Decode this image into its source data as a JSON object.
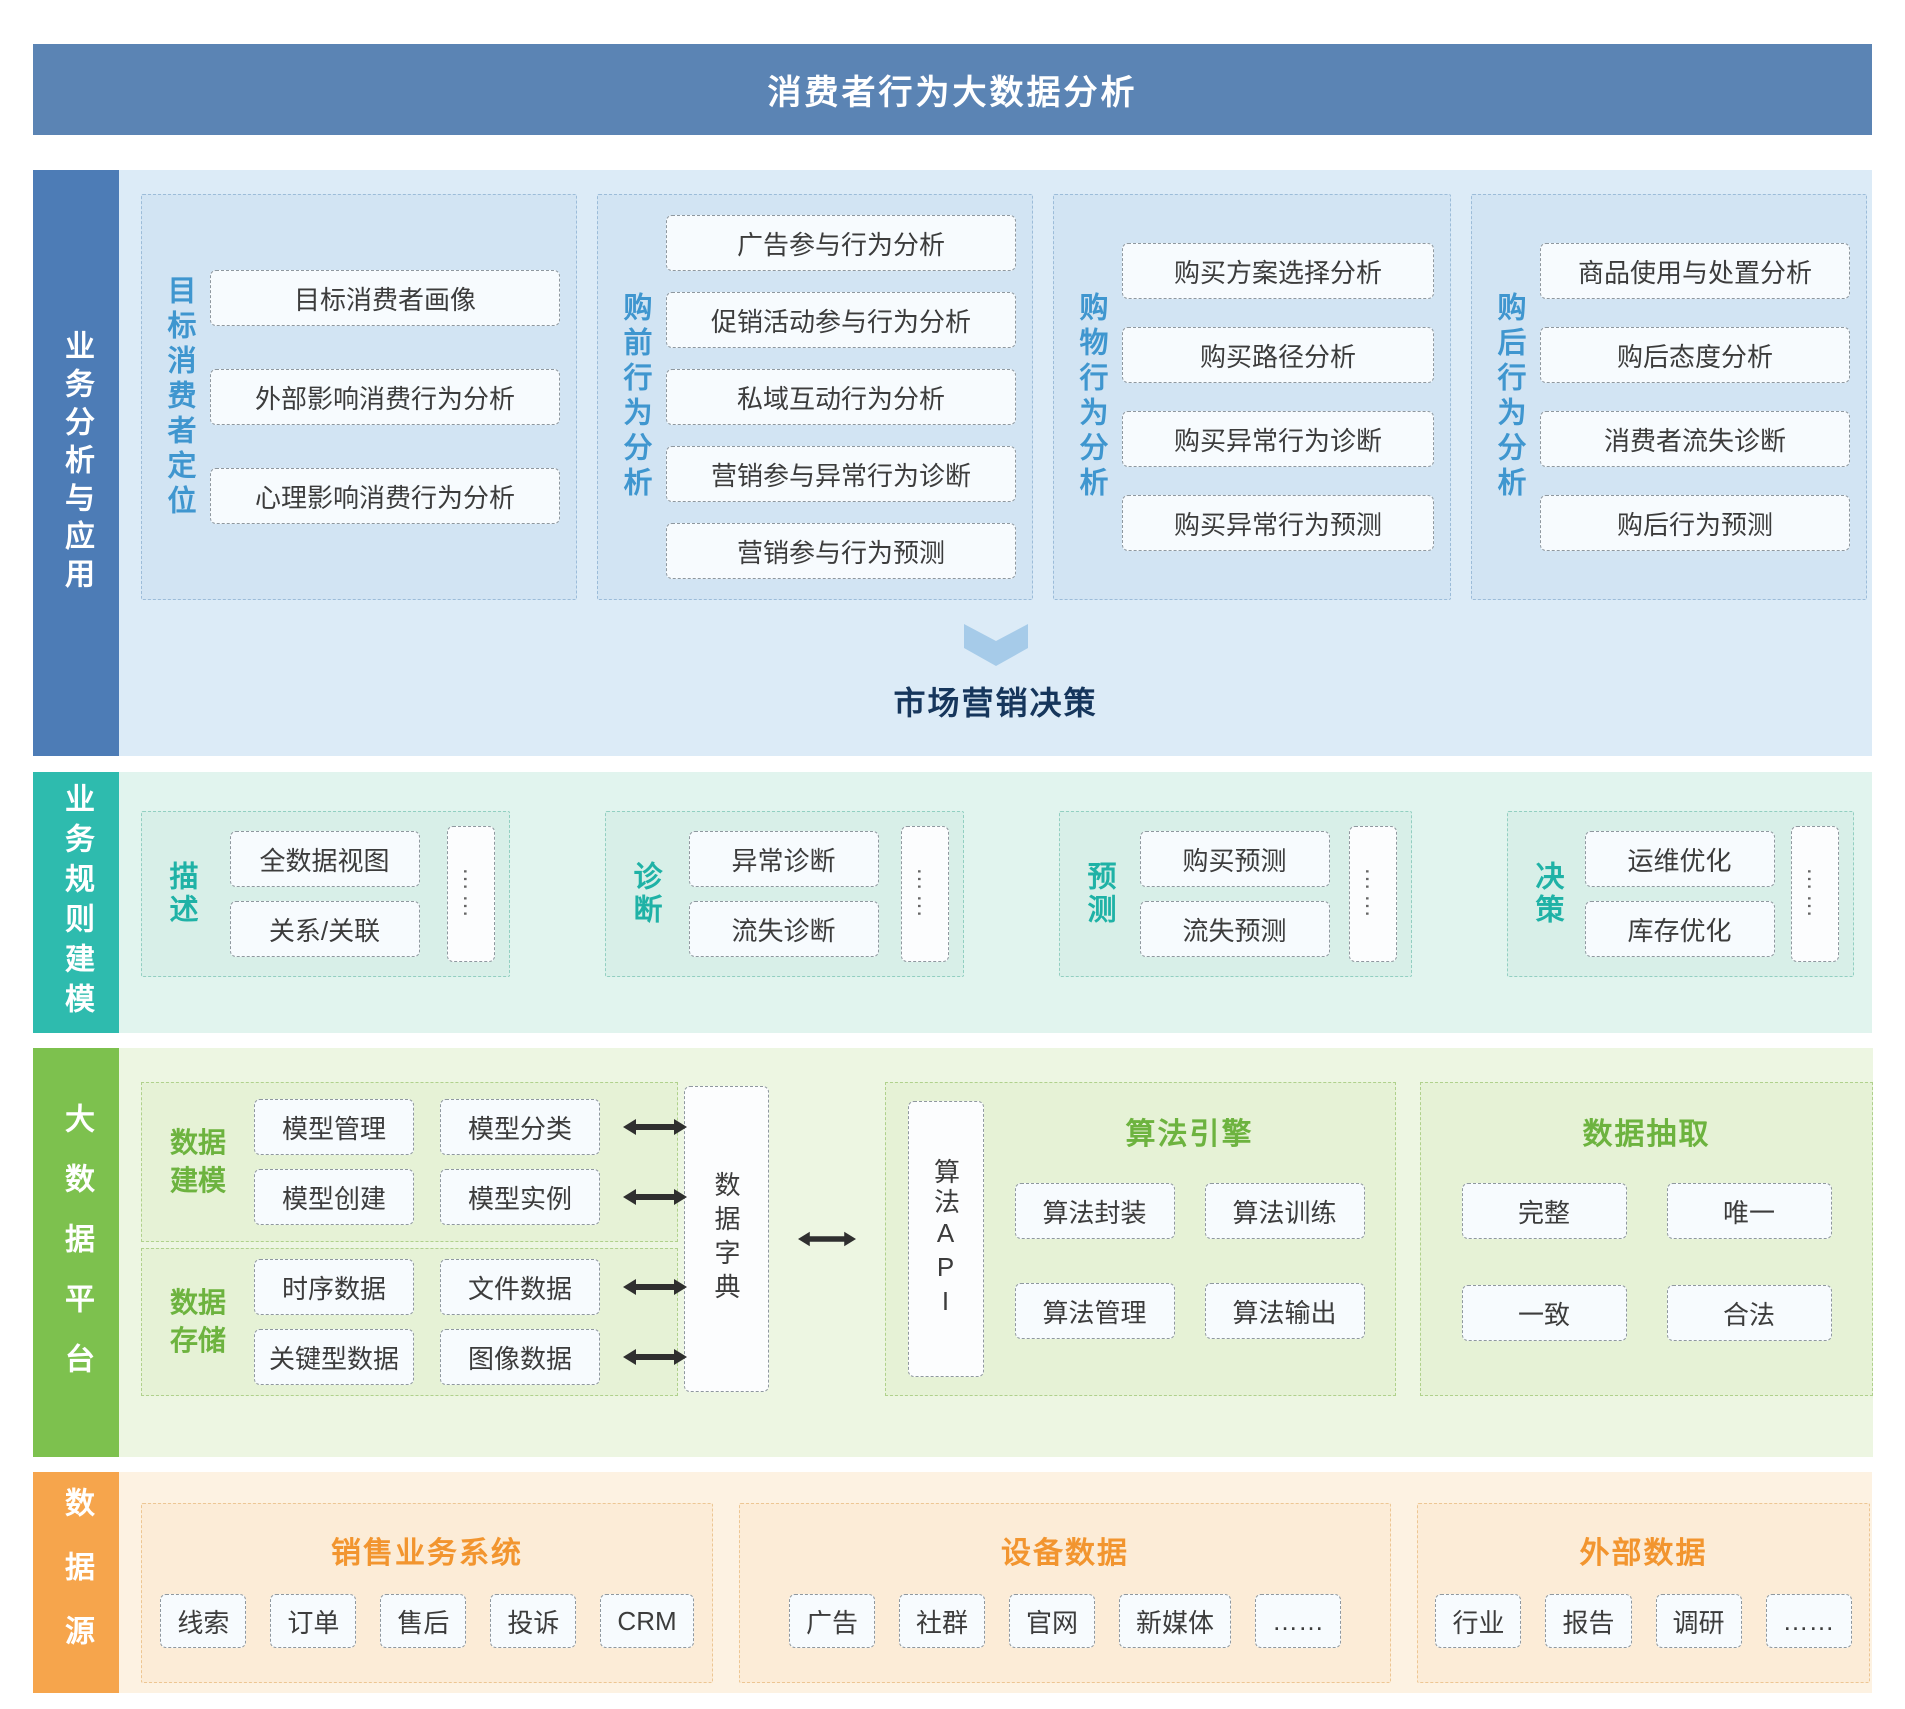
{
  "header": {
    "title": "消费者行为大数据分析"
  },
  "colors": {
    "header_bar": "#5b84b4",
    "analysis_bar": "#4d7cb6",
    "analysis_label": "#3f96cf",
    "rules_bar": "#2ebbae",
    "rules_label": "#1fb2a6",
    "platform_bar": "#7dc14e",
    "platform_label": "#6db33f",
    "sources_bar": "#f6a54c",
    "sources_label": "#f2952f",
    "decision_arrow": "#a6cbe9"
  },
  "icons": {
    "down_arrow": "▼",
    "double_arrow": "⇆",
    "more_vertical": "⋮"
  },
  "sections": {
    "analysis": {
      "label": "业务分析与应用",
      "columns": [
        {
          "label": "目标消费者定位",
          "items": [
            "目标消费者画像",
            "外部影响消费行为分析",
            "心理影响消费行为分析"
          ]
        },
        {
          "label": "购前行为分析",
          "items": [
            "广告参与行为分析",
            "促销活动参与行为分析",
            "私域互动行为分析",
            "营销参与异常行为诊断",
            "营销参与行为预测"
          ]
        },
        {
          "label": "购物行为分析",
          "items": [
            "购买方案选择分析",
            "购买路径分析",
            "购买异常行为诊断",
            "购买异常行为预测"
          ]
        },
        {
          "label": "购后行为分析",
          "items": [
            "商品使用与处置分析",
            "购后态度分析",
            "消费者流失诊断",
            "购后行为预测"
          ]
        }
      ],
      "decision": "市场营销决策"
    },
    "rules": {
      "label": "业务规则建模",
      "groups": [
        {
          "label": "描述",
          "items": [
            "全数据视图",
            "关系/关联"
          ],
          "more": "……"
        },
        {
          "label": "诊断",
          "items": [
            "异常诊断",
            "流失诊断"
          ],
          "more": "……"
        },
        {
          "label": "预测",
          "items": [
            "购买预测",
            "流失预测"
          ],
          "more": "……"
        },
        {
          "label": "决策",
          "items": [
            "运维优化",
            "库存优化"
          ],
          "more": "……"
        }
      ]
    },
    "platform": {
      "label": "大数据平台",
      "modeling": {
        "label": "数据建模",
        "items": [
          "模型管理",
          "模型分类",
          "模型创建",
          "模型实例"
        ]
      },
      "storage": {
        "label": "数据存储",
        "items": [
          "时序数据",
          "文件数据",
          "关键型数据",
          "图像数据"
        ]
      },
      "dictionary": "数据字典",
      "api": "算法API",
      "engine": {
        "title": "算法引擎",
        "items": [
          "算法封装",
          "算法训练",
          "算法管理",
          "算法输出"
        ]
      },
      "extraction": {
        "title": "数据抽取",
        "items": [
          "完整",
          "唯一",
          "一致",
          "合法"
        ]
      }
    },
    "sources": {
      "label": "数据源",
      "groups": [
        {
          "title": "销售业务系统",
          "items": [
            "线索",
            "订单",
            "售后",
            "投诉",
            "CRM"
          ]
        },
        {
          "title": "设备数据",
          "items": [
            "广告",
            "社群",
            "官网",
            "新媒体",
            "……"
          ]
        },
        {
          "title": "外部数据",
          "items": [
            "行业",
            "报告",
            "调研",
            "……"
          ]
        }
      ]
    }
  }
}
